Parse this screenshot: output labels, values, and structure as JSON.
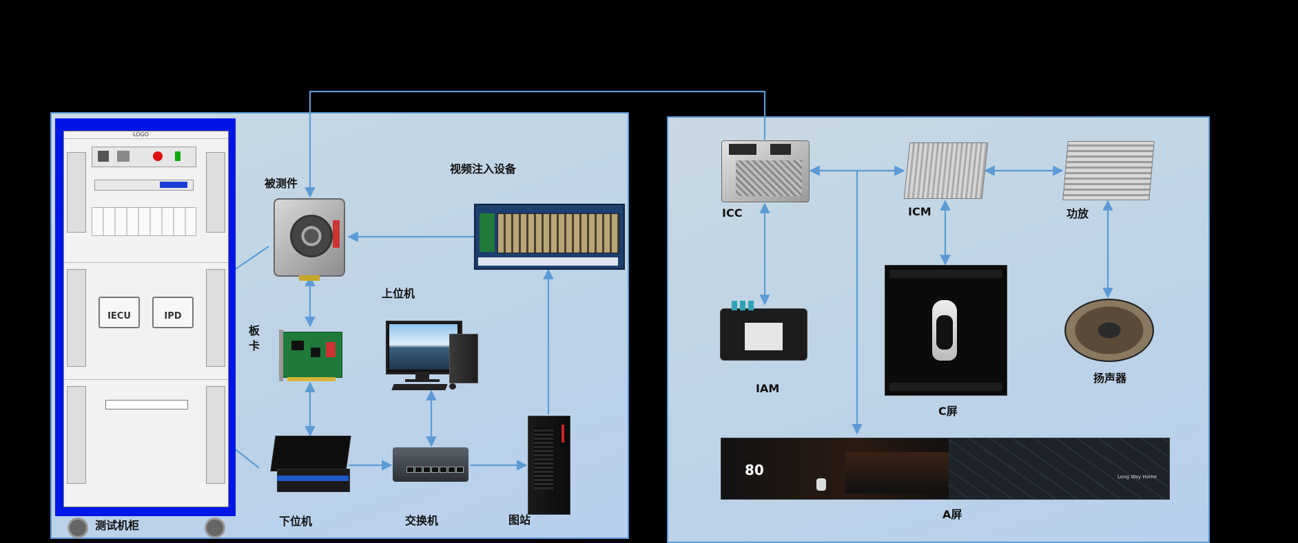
{
  "labels": {
    "cabinet": "测试机柜",
    "dut": "被测件",
    "card": "板卡",
    "upper_machine": "上位机",
    "video_injector": "视频注入设备",
    "lower_machine": "下位机",
    "switch": "交换机",
    "station": "图站",
    "icc": "ICC",
    "icm": "ICM",
    "amp": "功放",
    "iam": "IAM",
    "c_screen": "C屏",
    "speaker": "扬声器",
    "a_screen": "A屏"
  },
  "cabinet_boxes": {
    "iecu": "IECU",
    "ipd": "IPD",
    "logo": "LOGO"
  },
  "a_screen_display": {
    "speed": "80",
    "nav_text": "Long Way Home"
  },
  "colors": {
    "connector": "#5b9bd5",
    "cabinet_frame": "#0016e6"
  }
}
